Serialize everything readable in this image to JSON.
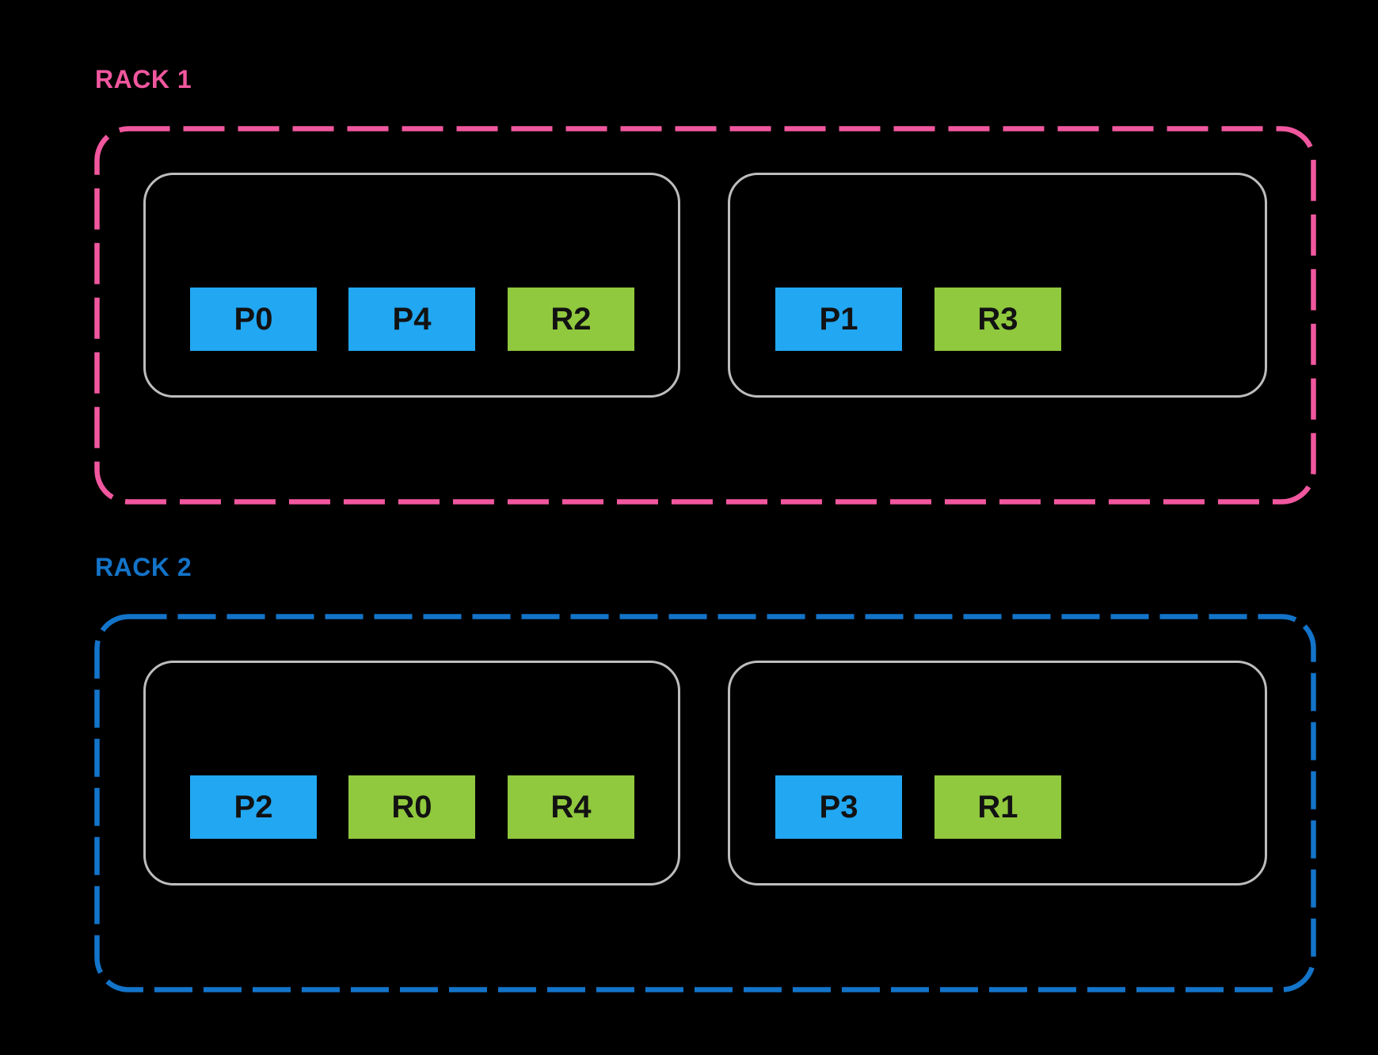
{
  "racks": [
    {
      "name": "RACK 1",
      "accent_color": "#F0579E",
      "hosts": [
        {
          "chips": [
            {
              "label": "P0",
              "color": "#22A7F2"
            },
            {
              "label": "P4",
              "color": "#22A7F2"
            },
            {
              "label": "R2",
              "color": "#90C83E"
            }
          ]
        },
        {
          "chips": [
            {
              "label": "P1",
              "color": "#22A7F2"
            },
            {
              "label": "R3",
              "color": "#90C83E"
            }
          ]
        }
      ]
    },
    {
      "name": "RACK 2",
      "accent_color": "#1374C9",
      "hosts": [
        {
          "chips": [
            {
              "label": "P2",
              "color": "#22A7F2"
            },
            {
              "label": "R0",
              "color": "#90C83E"
            },
            {
              "label": "R4",
              "color": "#90C83E"
            }
          ]
        },
        {
          "chips": [
            {
              "label": "P3",
              "color": "#22A7F2"
            },
            {
              "label": "R1",
              "color": "#90C83E"
            }
          ]
        }
      ]
    }
  ],
  "colors": {
    "background": "#000000",
    "host_border": "#BDBDBD",
    "chip_blue": "#22A7F2",
    "chip_green": "#90C83E",
    "chip_text": "#121212",
    "rack1_accent": "#F0579E",
    "rack2_accent": "#1374C9"
  }
}
